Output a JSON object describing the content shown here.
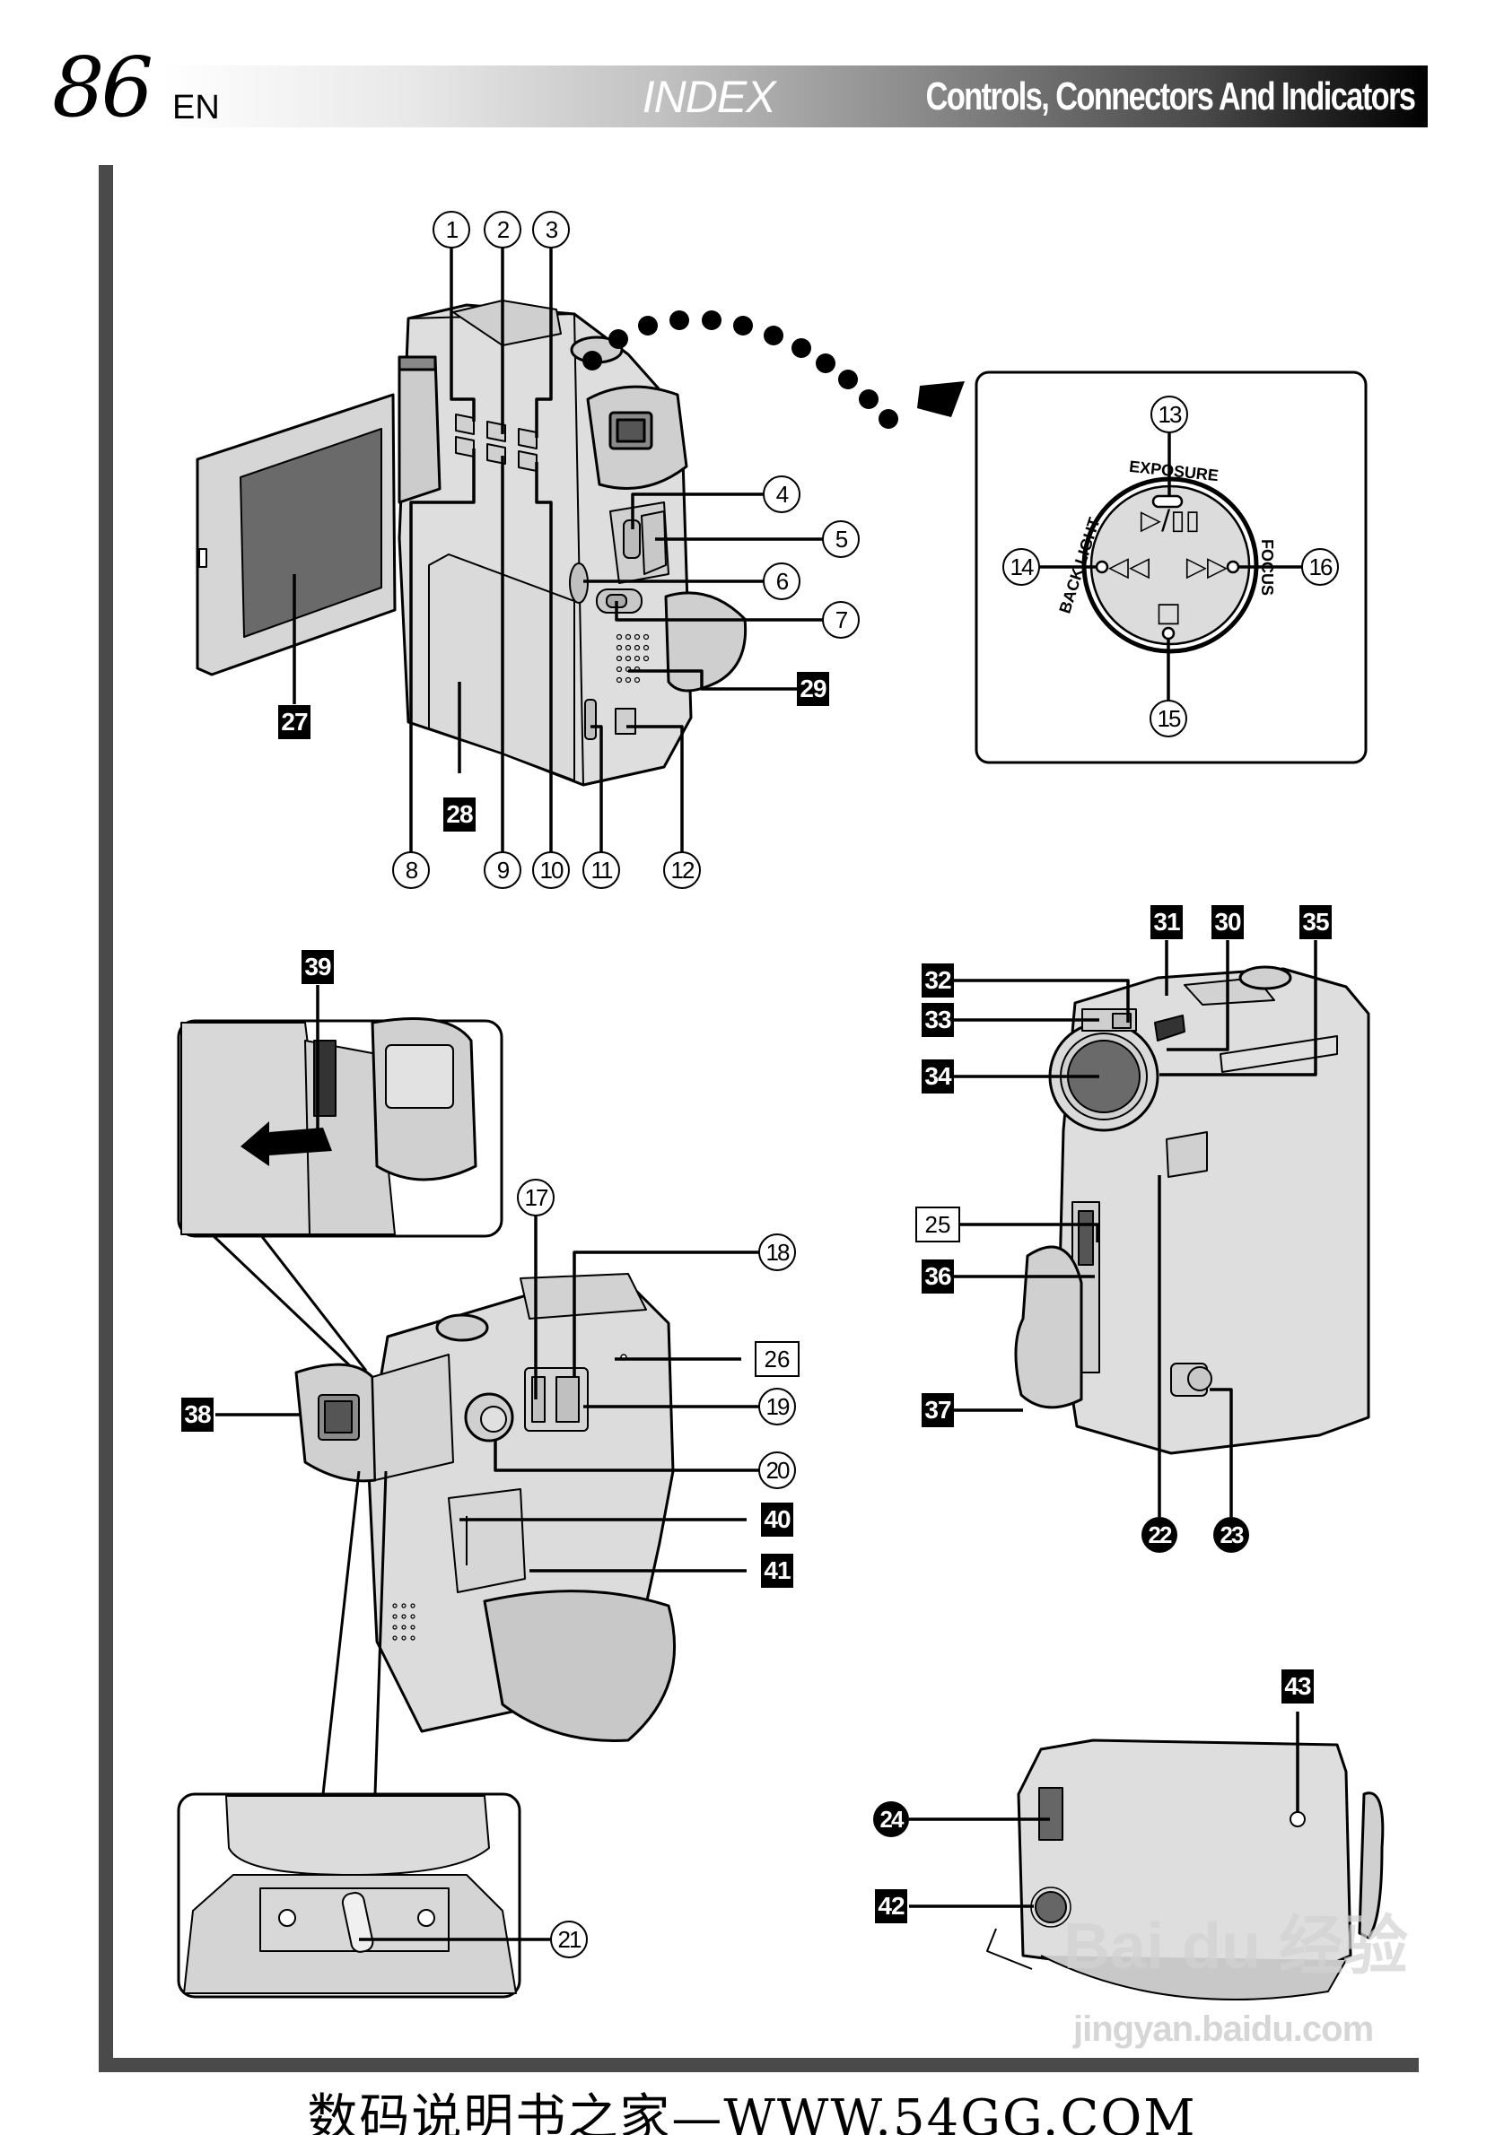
{
  "header": {
    "page_number": "86",
    "language": "EN",
    "section": "INDEX",
    "title": "Controls, Connectors And Indicators"
  },
  "figures": {
    "rear_view": {
      "circle_labels": [
        "1",
        "2",
        "3",
        "4",
        "5",
        "6",
        "7",
        "8",
        "9",
        "10",
        "11",
        "12"
      ],
      "box_labels": [
        "27",
        "28",
        "29"
      ]
    },
    "control_pad_inset": {
      "circle_labels": [
        "13",
        "14",
        "15",
        "16"
      ],
      "ring_texts": {
        "top": "EXPOSURE",
        "left": "BACK LIGHT",
        "right": "FOCUS"
      },
      "symbols": {
        "play_pause": "▷/▯▯",
        "rewind": "◁◁",
        "fast_forward": "▷▷",
        "stop": "□"
      }
    },
    "side_view": {
      "circle_labels": [
        "17",
        "18",
        "19",
        "20",
        "21"
      ],
      "outline_labels": [
        "26"
      ],
      "box_labels": [
        "38",
        "39",
        "40",
        "41"
      ]
    },
    "front_view": {
      "box_labels": [
        "31",
        "30",
        "35",
        "32",
        "33",
        "34",
        "36",
        "37"
      ],
      "outline_labels": [
        "25"
      ],
      "black_circle_labels": [
        "22",
        "23"
      ]
    },
    "bottom_view": {
      "box_labels": [
        "43",
        "42"
      ],
      "black_circle_labels": [
        "24"
      ]
    }
  },
  "footer": {
    "text": "数码说明书之家—WWW.54GG.COM"
  },
  "watermark": {
    "brand": "Bai du 经验",
    "url": "jingyan.baidu.com"
  },
  "colors": {
    "frame": "#4a4a4a",
    "body_fill": "#dcdcdc",
    "screen_fill": "#6a6a6a",
    "label_fill": "#000000"
  }
}
